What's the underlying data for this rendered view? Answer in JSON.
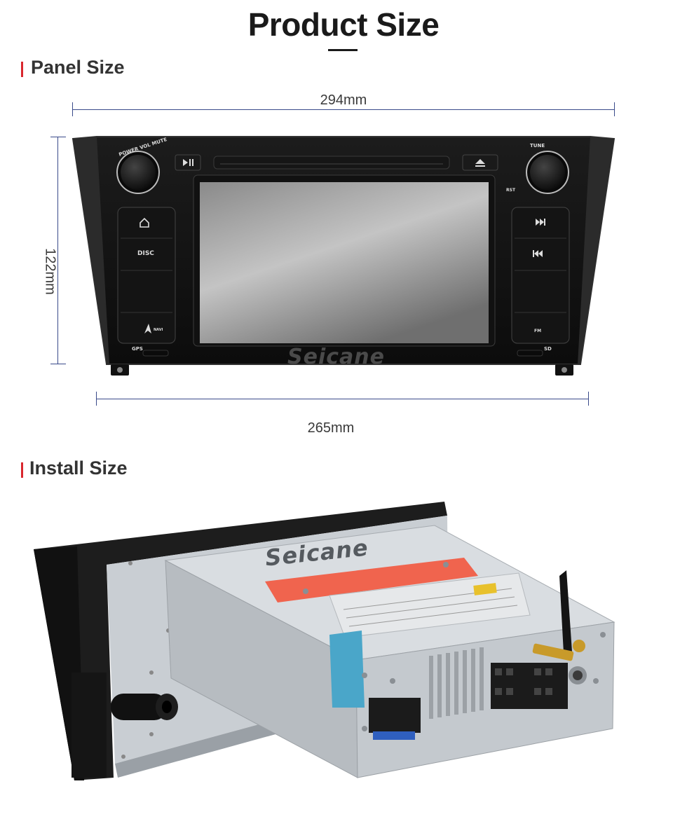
{
  "header": {
    "title": "Product Size"
  },
  "panel_section": {
    "heading": "Panel Size",
    "width_top": "294mm",
    "height_left": "122mm",
    "width_bottom": "265mm"
  },
  "install_section": {
    "heading": "Install Size"
  },
  "device_front": {
    "knob_left_label": "POWER VOL MUTE",
    "knob_right_label": "TUNE",
    "rst_label": "RST",
    "disc_label": "DISC",
    "navi_label": "NAVI",
    "fm_label": "FM",
    "gps_label": "GPS",
    "sd_label": "SD",
    "brand": "Seicane"
  },
  "device_back": {
    "brand": "Seicane"
  },
  "colors": {
    "accent": "#d9272e",
    "dimension_line": "#3a4a8a"
  }
}
